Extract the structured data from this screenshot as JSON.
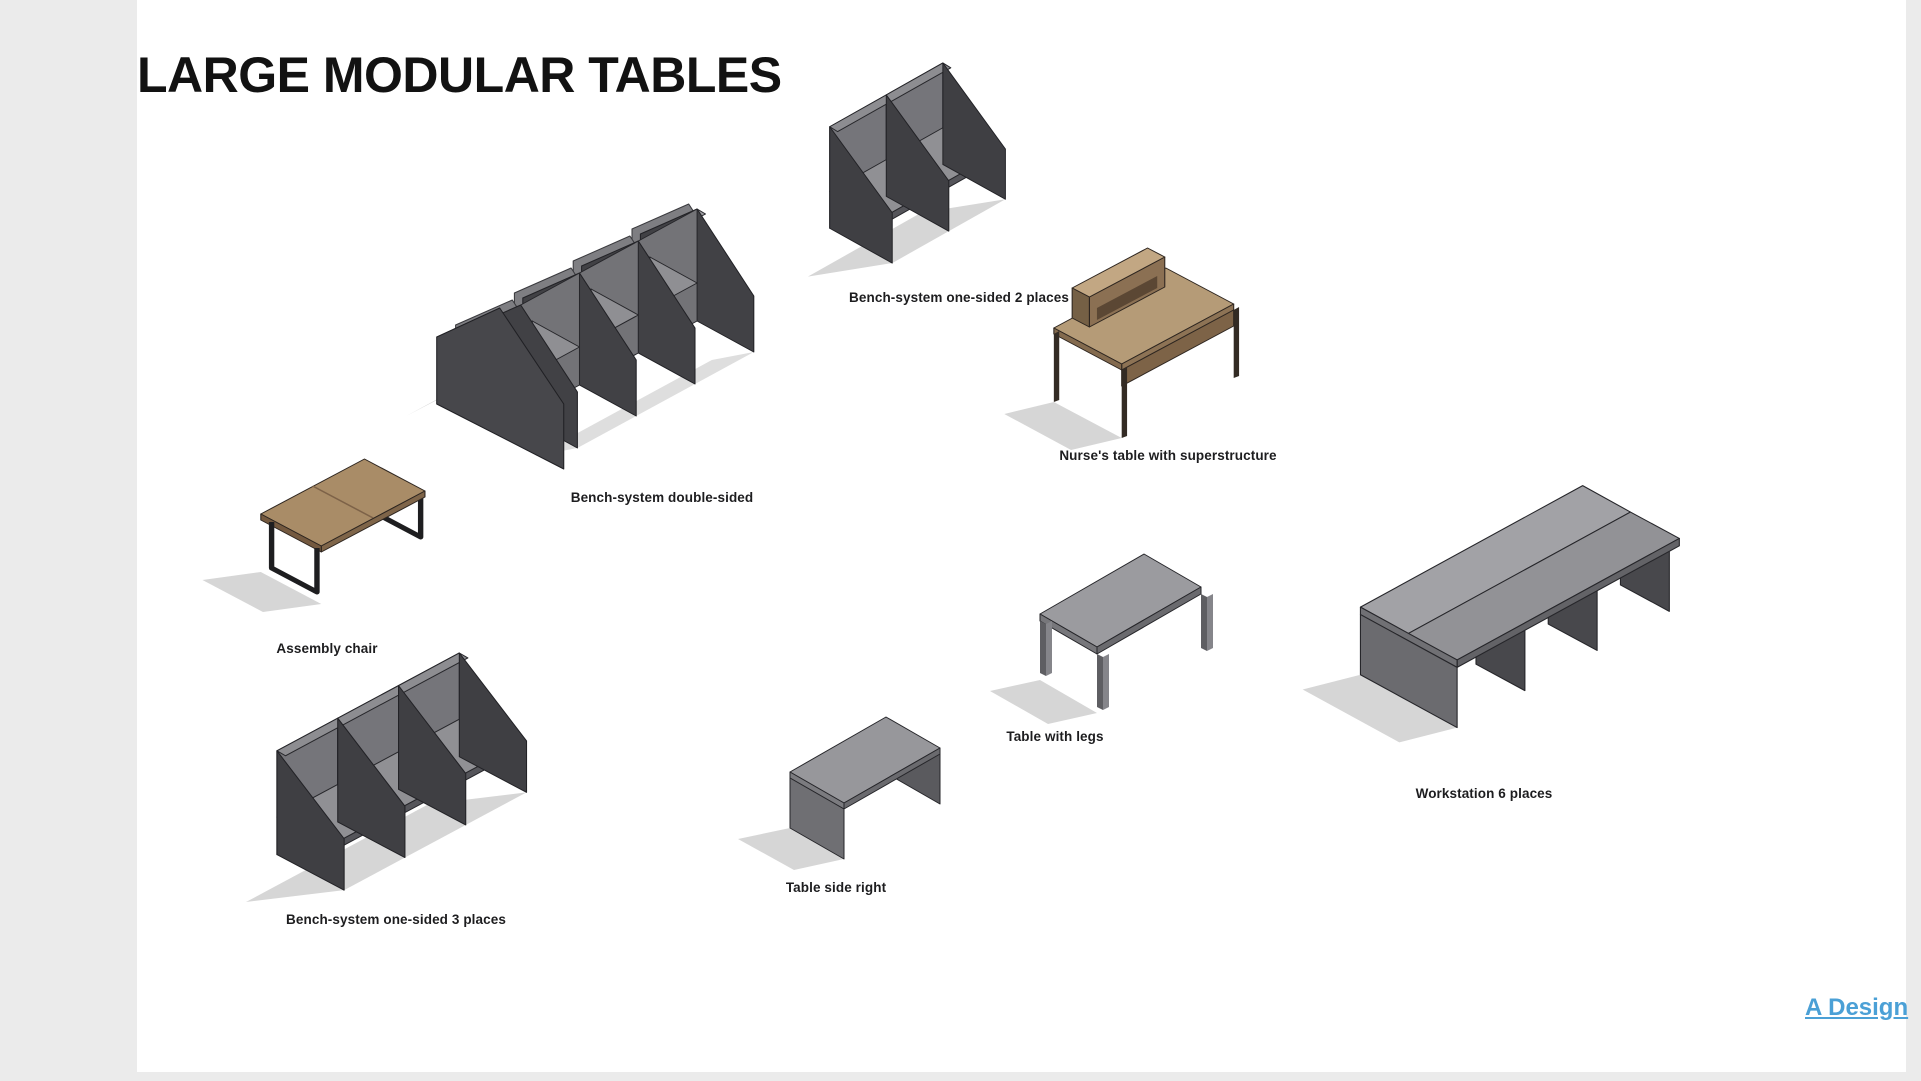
{
  "page": {
    "title": "LARGE MODULAR TABLES",
    "background": "#ffffff",
    "margin_background": "#ebebeb"
  },
  "items": [
    {
      "id": "bench-system-one-sided-2-places",
      "label": "Bench-system one-sided 2 places"
    },
    {
      "id": "bench-system-double-sided",
      "label": "Bench-system double-sided"
    },
    {
      "id": "nurses-table-with-superstructure",
      "label": "Nurse's table with superstructure"
    },
    {
      "id": "assembly-chair",
      "label": "Assembly chair"
    },
    {
      "id": "table-with-legs",
      "label": "Table with legs"
    },
    {
      "id": "workstation-6-places",
      "label": "Workstation 6 places"
    },
    {
      "id": "table-side-right",
      "label": "Table side right"
    },
    {
      "id": "bench-system-one-sided-3-places",
      "label": "Bench-system one-sided 3 places"
    }
  ],
  "branding": {
    "logo_text": "A Design",
    "color": "#4ba0d6"
  },
  "palette": {
    "panel_dark": "#3f3f43",
    "interior_gray": "#75757a",
    "surface_gray": "#909094",
    "wood_brown": "#b59b77",
    "shadow": "#d6d6d6",
    "label_text": "#1d1d1f",
    "title_text": "#121212"
  }
}
